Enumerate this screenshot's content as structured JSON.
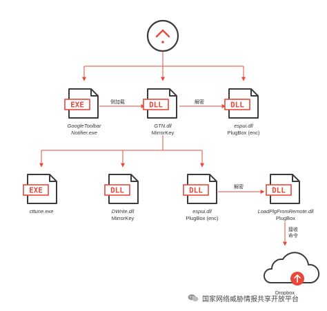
{
  "nodes": {
    "root": {
      "kind": "question"
    },
    "googletoolbar": {
      "badge": "EXE",
      "label1": "GoogleToolbar",
      "label2": "Notifier.exe"
    },
    "gtn": {
      "badge": "DLL",
      "label1": "GTN.dll",
      "label2": "MirrorKey"
    },
    "espui_top": {
      "badge": "DLL",
      "label1": "espui.dll",
      "label2": "PlugBox (enc)"
    },
    "cttune": {
      "badge": "EXE",
      "label1": "cttune.exe",
      "label2": ""
    },
    "dwrite": {
      "badge": "DLL",
      "label1": "DWrite.dll",
      "label2": "MirrorKey"
    },
    "espui_bottom": {
      "badge": "DLL",
      "label1": "espui.dll",
      "label2": "PlugBox (enc)"
    },
    "loadplg": {
      "badge": "DLL",
      "label1": "LoadPlgFromRemote.dll",
      "label2": "PlugBox"
    },
    "dropbox": {
      "kind": "cloud",
      "label": "Dropbox"
    }
  },
  "edges": {
    "sideload": "侧加载",
    "decrypt_top": "解密",
    "decrypt_bottom": "解密",
    "receive_cmd_line1": "接收",
    "receive_cmd_line2": "命令"
  },
  "watermark": {
    "text": "国家网络威胁情报共享开放平台",
    "icon": "wechat-icon"
  },
  "colors": {
    "accent": "#e8483a",
    "stroke": "#3a3a3a",
    "text": "#333333"
  }
}
